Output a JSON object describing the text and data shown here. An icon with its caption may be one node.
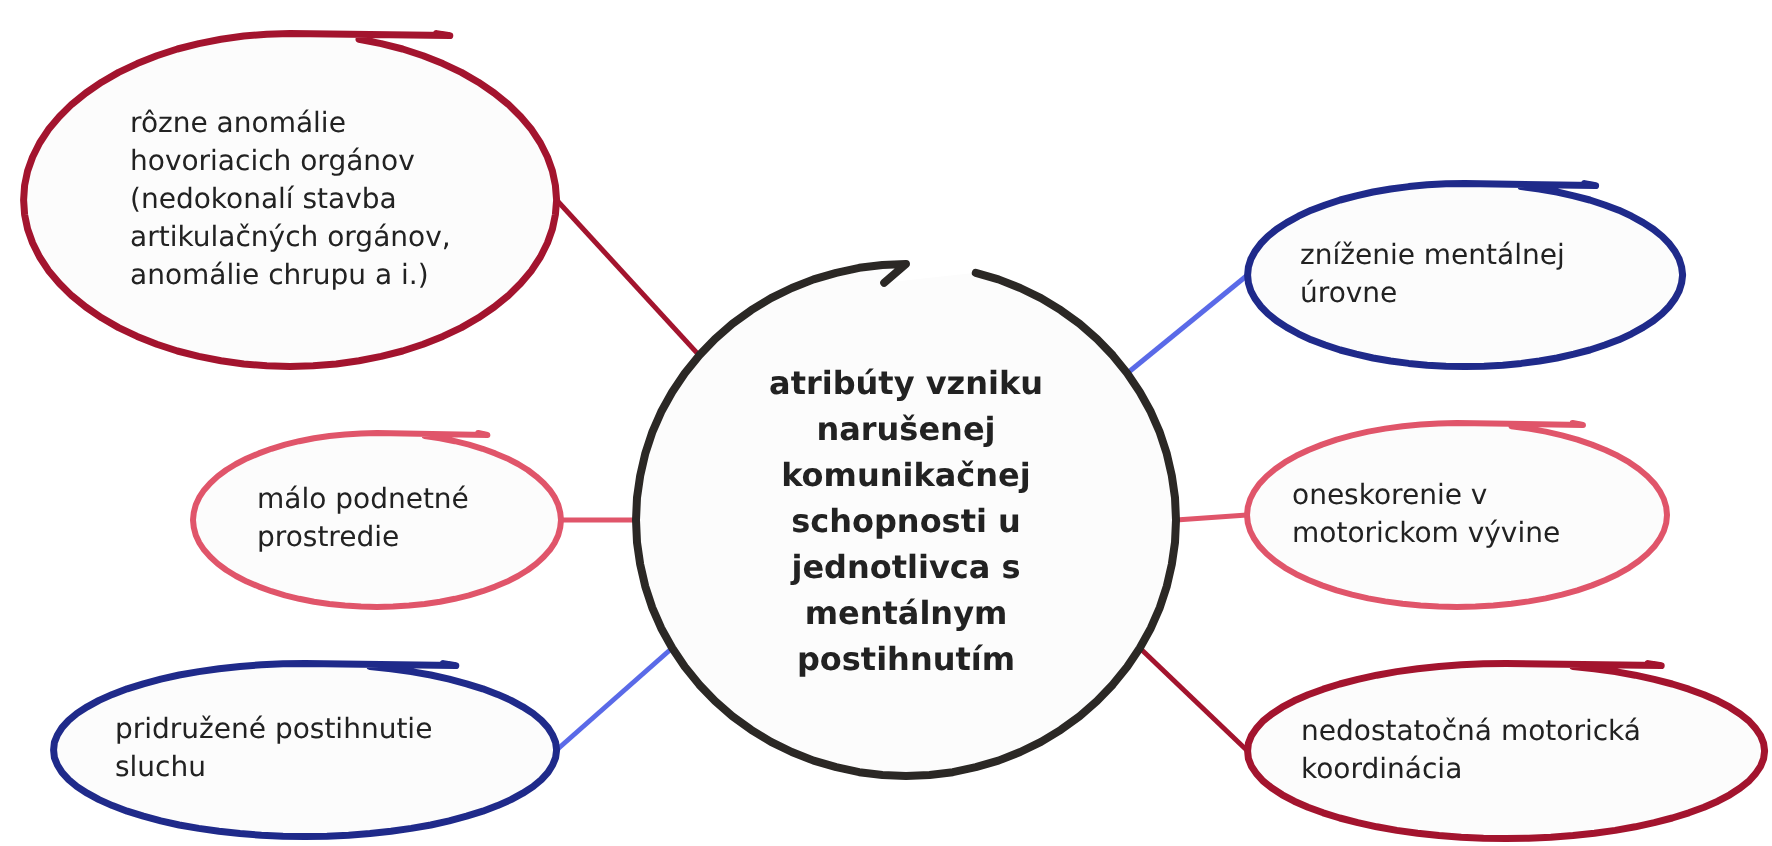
{
  "diagram": {
    "nodes": [
      {
        "text": [
          "atribúty vzniku narušenej komunikačnej schopnosti u jednotlivca s mentálnym postihnutím"
        ]
      },
      {
        "text": [
          "rôzne anomálie hovoriacich orgánov (nedokonalí stavba artikulačných orgánov, anomálie chrupu a i.)"
        ]
      },
      {
        "text": [
          "málo podnetné prostredie"
        ]
      },
      {
        "text": [
          "pridružené postihnutie sluchu"
        ]
      },
      {
        "text": [
          "zníženie mentálnej úrovne"
        ]
      },
      {
        "text": [
          "oneskorenie v motorickom vývine"
        ]
      },
      {
        "text": [
          "nedostatočná motorická koordinácia"
        ]
      }
    ],
    "edges": [
      {
        "from": 0,
        "to": 1,
        "arrow": "none",
        "color": "#a3142e"
      },
      {
        "from": 0,
        "to": 2,
        "arrow": "none",
        "color": "#e0556a"
      },
      {
        "from": 0,
        "to": 3,
        "arrow": "none",
        "color": "#5a6ae8"
      },
      {
        "from": 0,
        "to": 4,
        "arrow": "none",
        "color": "#5a6ae8"
      },
      {
        "from": 0,
        "to": 5,
        "arrow": "none",
        "color": "#e0556a"
      },
      {
        "from": 0,
        "to": 6,
        "arrow": "none",
        "color": "#a3142e"
      }
    ]
  }
}
